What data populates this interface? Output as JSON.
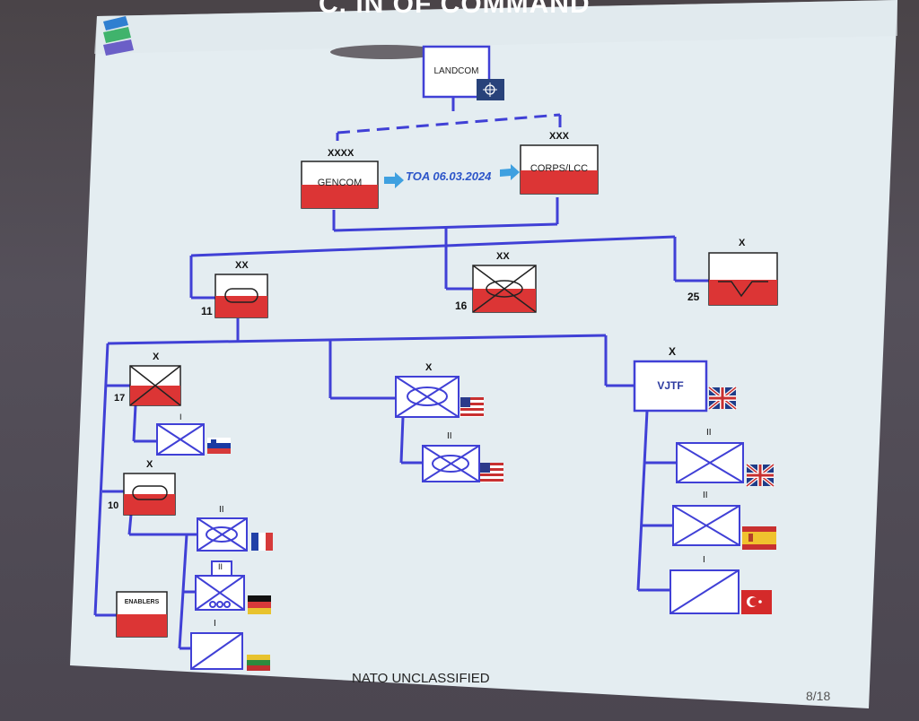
{
  "slide": {
    "title": "C. IN OF COMMAND",
    "footer": "NATO UNCLASSIFIED",
    "page": "8/18",
    "toa": "TOA 06.03.2024"
  },
  "units": {
    "landcom": {
      "name": "LANDCOM"
    },
    "gencom": {
      "name": "GENCOM",
      "echelon": "XXXX"
    },
    "corps": {
      "name": "CORPS/LCC",
      "echelon": "XXX"
    },
    "div11": {
      "echelon": "XX",
      "number": "11"
    },
    "div16": {
      "echelon": "XX",
      "number": "16"
    },
    "bde25": {
      "echelon": "X",
      "number": "25"
    },
    "bde17": {
      "echelon": "X",
      "number": "17"
    },
    "bde10": {
      "echelon": "X",
      "number": "10"
    },
    "us_bde": {
      "echelon": "X"
    },
    "us_bn": {
      "echelon": "II"
    },
    "vjtf": {
      "name": "VJTF",
      "echelon": "X"
    },
    "uk_bn": {
      "echelon": "II"
    },
    "es_bn": {
      "echelon": "II"
    },
    "tr_coy": {
      "echelon": "I"
    },
    "fr_bn": {
      "echelon": "II"
    },
    "de_bn": {
      "echelon": "II"
    },
    "lt_coy": {
      "echelon": "I"
    },
    "si_coy": {
      "echelon": "I"
    },
    "enablers": {
      "name": "ENABLERS"
    }
  },
  "colors": {
    "line": "#4040d6",
    "poland_red": "#dc3535",
    "screen_bg": "#e6eef2"
  }
}
